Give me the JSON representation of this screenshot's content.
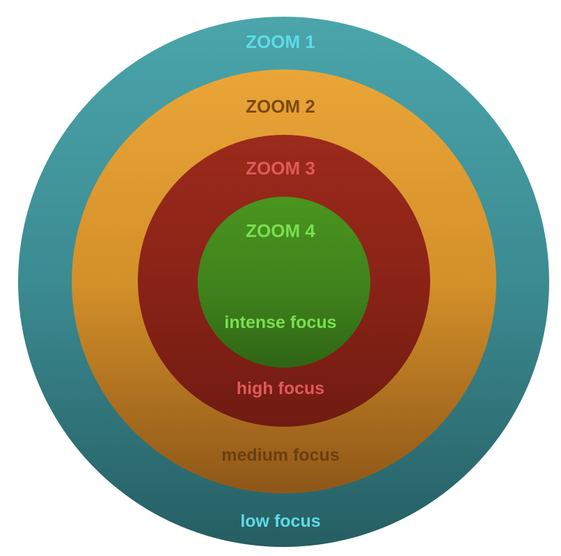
{
  "diagram": {
    "type": "concentric-circles",
    "levels": [
      {
        "title": "ZOOM 1",
        "subtitle": "low focus",
        "color": "#3b8b91",
        "text_color": "#5fdbe6"
      },
      {
        "title": "ZOOM 2",
        "subtitle": "medium focus",
        "color": "#d49029",
        "text_color": "#7a4a10"
      },
      {
        "title": "ZOOM 3",
        "subtitle": "high focus",
        "color": "#8a2317",
        "text_color": "#e05a5a"
      },
      {
        "title": "ZOOM 4",
        "subtitle": "intense focus",
        "color": "#3e7f1b",
        "text_color": "#79e050"
      }
    ]
  }
}
